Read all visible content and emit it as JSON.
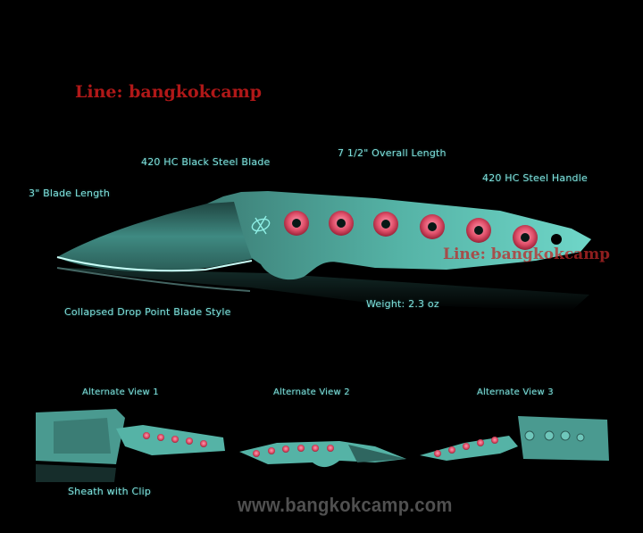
{
  "watermarks": {
    "line_top": "Line: bangkokcamp",
    "line_overlay": "Line: bangkokcamp",
    "website": "www.bangkokcamp.com"
  },
  "main_knife": {
    "callouts": {
      "blade_material": "420 HC Black Steel Blade",
      "overall_length": "7 1/2\" Overall Length",
      "handle_material": "420 HC Steel Handle",
      "blade_length": "3\" Blade Length",
      "blade_style": "Collapsed Drop Point Blade Style",
      "weight": "Weight: 2.3 oz"
    },
    "handle_rivet_count": 6
  },
  "alternate_views": [
    {
      "label": "Alternate View 1",
      "caption": "Sheath with Clip"
    },
    {
      "label": "Alternate View 2"
    },
    {
      "label": "Alternate View 3"
    }
  ],
  "colors": {
    "background": "#000000",
    "steel_teal": "#5fc4b6",
    "blade_dark": "#2d5a55",
    "rivet_red": "#e0506a",
    "label_cyan": "#7fe0dc",
    "watermark_red": "#b01818",
    "watermark_gray": "#505050"
  }
}
